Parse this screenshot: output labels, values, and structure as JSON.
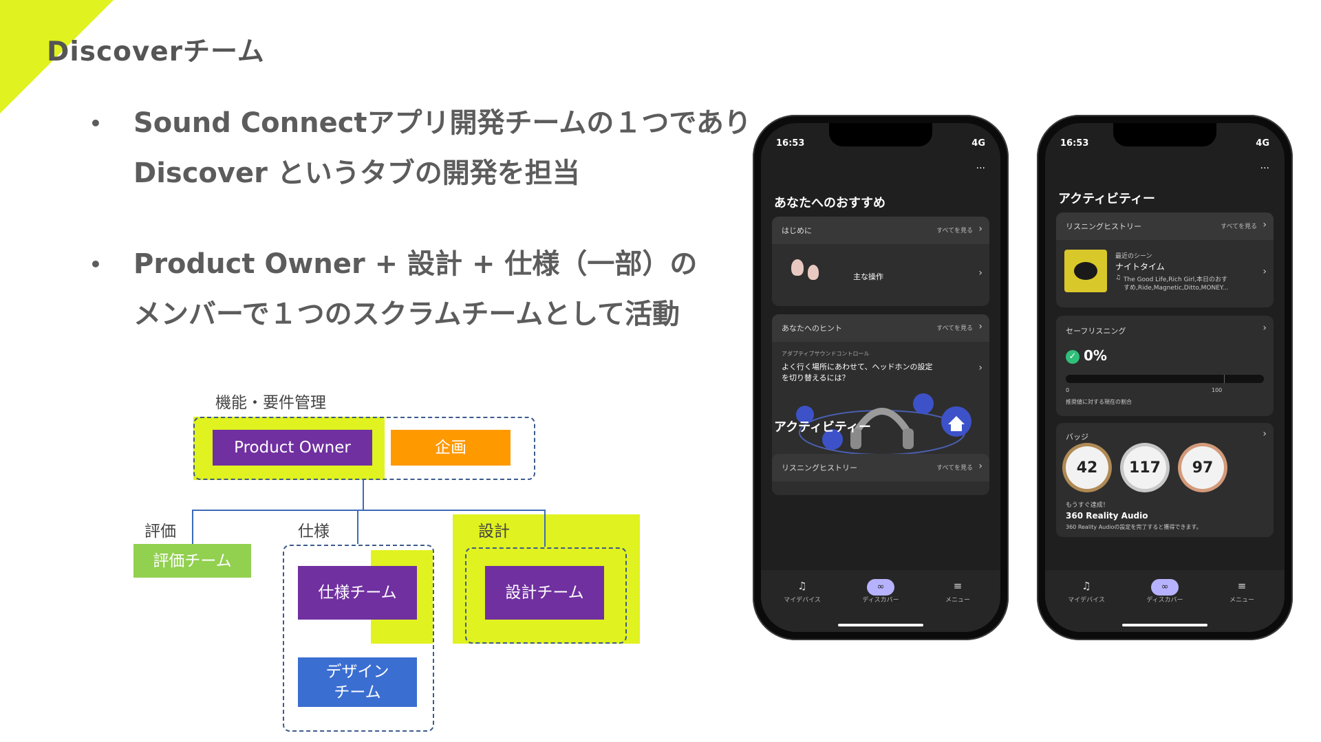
{
  "slide": {
    "title": "Discoverチーム",
    "bullets": [
      {
        "line1": "Sound Connectアプリ開発チームの１つであり",
        "line2": "Discover というタブの開発を担当"
      },
      {
        "line1": "Product Owner + 設計 + 仕様（一部）の",
        "line2": "メンバーで１つのスクラムチームとして活動"
      }
    ],
    "bullet_symbol": "•"
  },
  "diagram": {
    "label_top": "機能・要件管理",
    "product_owner": "Product Owner",
    "planning": "企画",
    "label_eval": "評価",
    "label_spec": "仕様",
    "label_design": "設計",
    "eval_team": "評価チーム",
    "spec_team": "仕様チーム",
    "design_team": "設計チーム",
    "ui_design_team_l1": "デザイン",
    "ui_design_team_l2": "チーム",
    "colors": {
      "accent": "#e0f21f",
      "purple": "#7030a0",
      "orange": "#ff9900",
      "green": "#92d050",
      "blue": "#3b6ed1"
    }
  },
  "phone1": {
    "time": "16:53",
    "network": "4G",
    "section1": "あなたへのおすすめ",
    "card1_title": "はじめに",
    "see_all": "すべてを見る",
    "card1_item": "主な操作",
    "card2_title": "あなたへのヒント",
    "card2_sub": "アダプティブサウンドコントロール",
    "card2_text_l1": "よく行く場所にあわせて、ヘッドホンの設定",
    "card2_text_l2": "を切り替えるには？",
    "section2": "アクティビティー",
    "card3_title": "リスニングヒストリー",
    "tabs": [
      "マイデバイス",
      "ディスカバー",
      "メニュー"
    ]
  },
  "phone2": {
    "time": "16:53",
    "network": "4G",
    "section": "アクティビティー",
    "card1_title": "リスニングヒストリー",
    "see_all": "すべてを見る",
    "recent_label": "最近のシーン",
    "scene_name": "ナイトタイム",
    "songs_l1": "The Good Life,Rich Girl,本日のおす",
    "songs_l2": "すめ,Ride,Magnetic,Ditto,MONEY...",
    "safe_title": "セーフリスニング",
    "safe_value": "0%",
    "safe_progress": 0,
    "scale_min": "0",
    "scale_mid": "100",
    "safe_caption": "推奨値に対する現在の割合",
    "badge_title": "バッジ",
    "badges": [
      "42",
      "117",
      "97"
    ],
    "badge_soon": "もうすぐ達成！",
    "badge_name": "360 Reality Audio",
    "badge_desc": "360 Reality Audioの設定を完了すると獲得できます。",
    "tabs": [
      "マイデバイス",
      "ディスカバー",
      "メニュー"
    ]
  }
}
